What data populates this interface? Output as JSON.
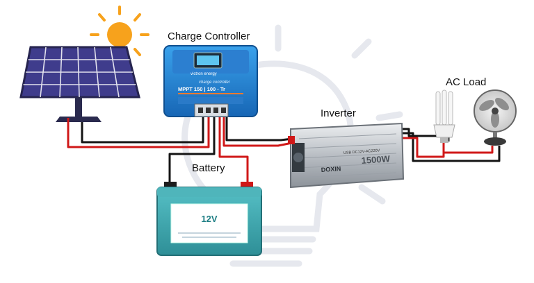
{
  "labels": {
    "charge_controller": "Charge Controller",
    "inverter": "Inverter",
    "battery": "Battery",
    "ac_load": "AC Load"
  },
  "controller": {
    "brand": "victron energy",
    "sub": "charge controller",
    "model": "MPPT 150 | 100 - Tr"
  },
  "battery": {
    "voltage": "12V"
  },
  "inverter": {
    "brand": "DOXIN",
    "rating": "1500W",
    "spec": "USB DC12V-AC220V"
  },
  "colors": {
    "wire_red": "#d01818",
    "wire_black": "#141414",
    "panel_blue": "#3f3c8c",
    "controller_blue": "#1e88d8",
    "battery_teal": "#3aa9b0",
    "sun_orange": "#f7a21c"
  },
  "icons": [
    "sun-icon",
    "solar-panel-icon",
    "lightbulb-watermark-icon",
    "cfl-bulb-icon",
    "desk-fan-icon"
  ]
}
